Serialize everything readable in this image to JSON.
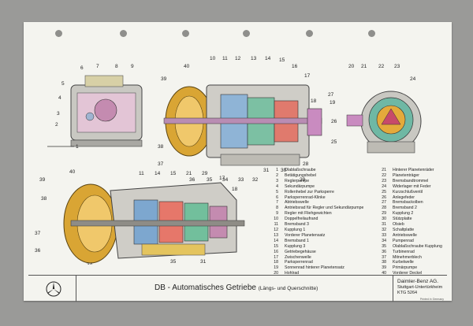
{
  "title": {
    "main": "DB - Automatisches Getriebe",
    "sub": "(Längs- und Querschnitte)"
  },
  "publisher": {
    "name": "Daimler-Benz AG.",
    "city": "Stuttgart-Untertürkheim",
    "code": "KTG 5264"
  },
  "printed": "Printed in Germany",
  "callouts": {
    "fig1": [
      "1",
      "2",
      "3",
      "4",
      "5",
      "6",
      "7",
      "8",
      "9"
    ],
    "fig2": [
      "40",
      "39",
      "10",
      "11",
      "12",
      "13",
      "14",
      "15",
      "16",
      "17",
      "18",
      "38",
      "37",
      "36",
      "35",
      "34",
      "33",
      "32",
      "31",
      "30",
      "29",
      "28"
    ],
    "fig3": [
      "19",
      "20",
      "21",
      "22",
      "23",
      "24",
      "27",
      "26",
      "25"
    ],
    "fig4": [
      "39",
      "40",
      "11",
      "14",
      "15",
      "21",
      "29",
      "17",
      "18",
      "38",
      "37",
      "36",
      "34",
      "35",
      "31"
    ]
  },
  "legend_left": [
    {
      "num": "1",
      "text": "Ölablaßschraube"
    },
    {
      "num": "2",
      "text": "Betätigungshebel"
    },
    {
      "num": "3",
      "text": "Reglerpumpe"
    },
    {
      "num": "4",
      "text": "Sekundärpumpe"
    },
    {
      "num": "5",
      "text": "Rollenhebel zur Parksperre"
    },
    {
      "num": "6",
      "text": "Parksperrenrad-Klinke"
    },
    {
      "num": "7",
      "text": "Abtriebswelle"
    },
    {
      "num": "8",
      "text": "Antriebsrad für Regler und Sekundärpumpe"
    },
    {
      "num": "9",
      "text": "Regler mit Fliehgewichten"
    },
    {
      "num": "10",
      "text": "Doppelfreilaufrand"
    },
    {
      "num": "11",
      "text": "Bremsband 3"
    },
    {
      "num": "12",
      "text": "Kupplung 1"
    },
    {
      "num": "13",
      "text": "Vorderer Planetensatz"
    },
    {
      "num": "14",
      "text": "Bremsband 1"
    },
    {
      "num": "15",
      "text": "Kupplung 3"
    },
    {
      "num": "16",
      "text": "Getriebegehäuse"
    },
    {
      "num": "17",
      "text": "Zwischenwelle"
    },
    {
      "num": "18",
      "text": "Parksperrenrad"
    },
    {
      "num": "19",
      "text": "Sonnenrad hinterer Planetensatz"
    },
    {
      "num": "20",
      "text": "Hohlrad"
    }
  ],
  "legend_right": [
    {
      "num": "21",
      "text": "Hinterer Planetenräder"
    },
    {
      "num": "22",
      "text": "Planetenträger"
    },
    {
      "num": "23",
      "text": "Bremsbandtrommel"
    },
    {
      "num": "24",
      "text": "Widerlager mit Feder"
    },
    {
      "num": "25",
      "text": "Kurzschlußventil"
    },
    {
      "num": "26",
      "text": "Anlegefeder"
    },
    {
      "num": "27",
      "text": "Bremsbackolben"
    },
    {
      "num": "28",
      "text": "Bremsband 2"
    },
    {
      "num": "29",
      "text": "Kupplung 2"
    },
    {
      "num": "30",
      "text": "Stützplatte"
    },
    {
      "num": "31",
      "text": "Ölsieb"
    },
    {
      "num": "32",
      "text": "Schaltplatte"
    },
    {
      "num": "33",
      "text": "Antriebswelle"
    },
    {
      "num": "34",
      "text": "Pumpenrad"
    },
    {
      "num": "35",
      "text": "Ölablaßschraube Kupplung"
    },
    {
      "num": "36",
      "text": "Turbinenrad"
    },
    {
      "num": "37",
      "text": "Mitnehmerblech"
    },
    {
      "num": "38",
      "text": "Kurbelwelle"
    },
    {
      "num": "39",
      "text": "Primärpumpe"
    },
    {
      "num": "40",
      "text": "Vorderer Deckel"
    }
  ]
}
